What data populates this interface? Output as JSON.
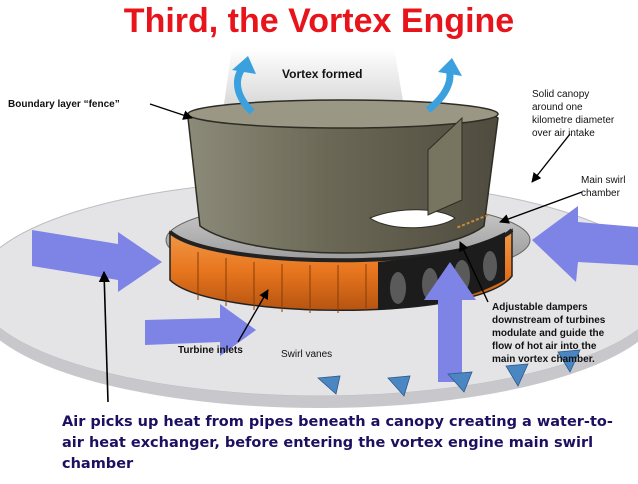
{
  "title": "Third, the Vortex Engine",
  "labels": {
    "vortex_formed": "Vortex formed",
    "boundary_layer": "Boundary layer “fence”",
    "solid_canopy": [
      "Solid canopy",
      "around one",
      "kilometre diameter",
      "over air intake"
    ],
    "main_swirl": [
      "Main swirl",
      "chamber"
    ],
    "adjustable_dampers": [
      "Adjustable dampers",
      "downstream of turbines",
      "modulate and guide the",
      "flow of hot air into the",
      "main vortex chamber."
    ],
    "turbine_inlets": "Turbine inlets",
    "swirl_vanes": "Swirl vanes"
  },
  "caption": "Air picks up heat from pipes beneath a canopy creating a water-to-air heat exchanger, before entering the vortex engine main swirl chamber",
  "colors": {
    "title": "#e8141b",
    "canopy": "#e4e4e6",
    "turbine_ring": "#e8761f",
    "chamber_wall": "#6e6b5a",
    "air_arrow": "#7d84e6",
    "vortex_arrow": "#3aa0de",
    "vanes": "#4a86c2",
    "caption_text": "#1d1060"
  }
}
